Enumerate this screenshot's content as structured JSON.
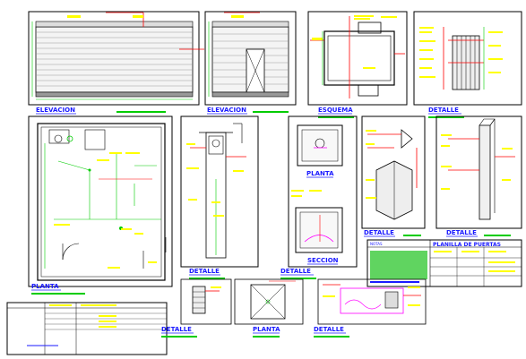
{
  "drawing": {
    "titles": {
      "elevacion_1": "ELEVACION",
      "elevacion_2": "ELEVACION",
      "esquema": "ESQUEMA",
      "detalle_top": "DETALLE",
      "planta_main": "PLANTA",
      "detalle_mid_1": "DETALLE",
      "detalle_mid_2": "DETALLE",
      "planta_box": "PLANTA",
      "seccion": "SECCION",
      "detalle_right_1": "DETALLE",
      "detalle_right_2": "DETALLE",
      "detalle_bottom_1": "DETALLE",
      "planta_bottom": "PLANTA",
      "detalle_bottom_2": "DETALLE"
    },
    "notes_box": {
      "heading": "NOTAS",
      "title": "PLANILLA DE PUERTAS"
    }
  }
}
